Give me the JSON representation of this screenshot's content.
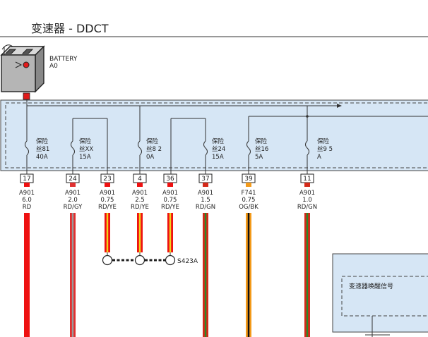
{
  "page": {
    "title": "变速器 - DDCT"
  },
  "battery": {
    "name": "BATTERY",
    "code": "A0"
  },
  "fuses": [
    {
      "name_line1": "保险",
      "name_line2": "丝81",
      "rating": "40A"
    },
    {
      "name_line1": "保险",
      "name_line2": "丝XX",
      "rating": "15A"
    },
    {
      "name_line1": "保险",
      "name_line2": "丝8 2",
      "rating": "0A"
    },
    {
      "name_line1": "保险",
      "name_line2": "丝24",
      "rating": "15A"
    },
    {
      "name_line1": "保险",
      "name_line2": "丝16",
      "rating": "5A"
    },
    {
      "name_line1": "保险",
      "name_line2": "丝9 5",
      "rating": "A"
    }
  ],
  "pins": [
    {
      "pin": "17",
      "connector": "A901",
      "size": "6.0",
      "color": "RD",
      "wire_main": "#ee1111",
      "wire_stripe": "#ee1111"
    },
    {
      "pin": "24",
      "connector": "A901",
      "size": "2.0",
      "color": "RD/GY",
      "wire_main": "#e03030",
      "wire_stripe": "#9a9a9a"
    },
    {
      "pin": "23",
      "connector": "A901",
      "size": "0.75",
      "color": "RD/YE",
      "wire_main": "#ee1111",
      "wire_stripe": "#f2d21a"
    },
    {
      "pin": "4",
      "connector": "A901",
      "size": "2.5",
      "color": "RD/YE",
      "wire_main": "#ee1111",
      "wire_stripe": "#f2d21a"
    },
    {
      "pin": "36",
      "connector": "A901",
      "size": "0.75",
      "color": "RD/YE",
      "wire_main": "#ee1111",
      "wire_stripe": "#f2d21a"
    },
    {
      "pin": "37",
      "connector": "A901",
      "size": "1.5",
      "color": "RD/GN",
      "wire_main": "#d42a1a",
      "wire_stripe": "#2a8a2a"
    },
    {
      "pin": "39",
      "connector": "F741",
      "size": "0.75",
      "color": "OG/BK",
      "wire_main": "#f39a1a",
      "wire_stripe": "#111111"
    },
    {
      "pin": "11",
      "connector": "A901",
      "size": "1.0",
      "color": "RD/GN",
      "wire_main": "#d42a1a",
      "wire_stripe": "#2a8a2a"
    }
  ],
  "splice": {
    "label": "S423A"
  },
  "module": {
    "label": "变速器唤醒信号"
  },
  "colors": {
    "fuse_box_fill": "#d6e6f5",
    "line": "#333333",
    "battery_terminal": "#e21b1b"
  }
}
